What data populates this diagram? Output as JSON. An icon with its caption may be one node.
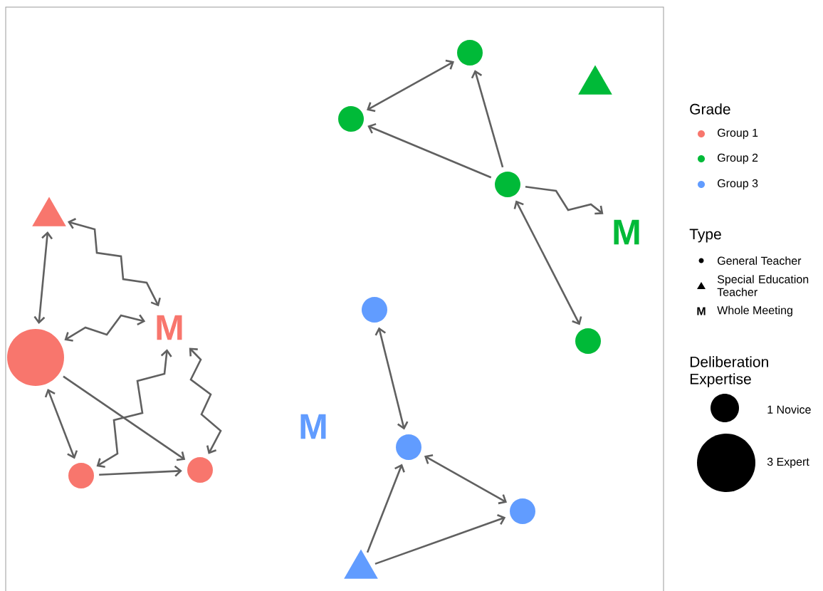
{
  "diagram": {
    "nodes": [
      {
        "text": [],
        "shape": "triangle"
      },
      {
        "text": [
          "M"
        ]
      },
      {
        "text": [],
        "shape": "circle"
      },
      {
        "text": [],
        "shape": "circle"
      },
      {
        "text": [],
        "shape": "circle"
      },
      {
        "text": [],
        "shape": "circle"
      },
      {
        "text": [],
        "shape": "circle"
      },
      {
        "text": [],
        "shape": "triangle"
      },
      {
        "text": [],
        "shape": "circle"
      },
      {
        "text": [
          "M"
        ]
      },
      {
        "text": [],
        "shape": "circle"
      },
      {
        "text": [],
        "shape": "circle"
      },
      {
        "text": [
          "M"
        ]
      },
      {
        "text": [],
        "shape": "circle"
      },
      {
        "text": [],
        "shape": "circle"
      },
      {
        "text": [],
        "shape": "triangle"
      }
    ],
    "edges": [
      {
        "from": 0,
        "to": 2,
        "arrow": "both"
      },
      {
        "from": 0,
        "to": 1,
        "arrow": "both"
      },
      {
        "from": 2,
        "to": 1,
        "arrow": "both"
      },
      {
        "from": 2,
        "to": 3,
        "arrow": "both"
      },
      {
        "from": 2,
        "to": 4,
        "arrow": "to"
      },
      {
        "from": 3,
        "to": 4,
        "arrow": "to"
      },
      {
        "from": 3,
        "to": 1,
        "arrow": "both"
      },
      {
        "from": 4,
        "to": 1,
        "arrow": "both"
      },
      {
        "from": 6,
        "to": 5,
        "arrow": "both"
      },
      {
        "from": 8,
        "to": 5,
        "arrow": "to"
      },
      {
        "from": 8,
        "to": 6,
        "arrow": "to"
      },
      {
        "from": 8,
        "to": 9,
        "arrow": "to"
      },
      {
        "from": 8,
        "to": 10,
        "arrow": "both"
      },
      {
        "from": 11,
        "to": 13,
        "arrow": "both"
      },
      {
        "from": 13,
        "to": 14,
        "arrow": "both"
      },
      {
        "from": 15,
        "to": 13,
        "arrow": "to"
      },
      {
        "from": 15,
        "to": 14,
        "arrow": "to"
      }
    ],
    "labels": [
      "Grade",
      "Type",
      "M",
      "Deliberation Expertise"
    ],
    "legend": [
      {
        "text": "Group 1",
        "color": "#f8766d"
      },
      {
        "text": "Group 2",
        "color": "#00ba38"
      },
      {
        "text": "Group 3",
        "color": "#619cff"
      },
      {
        "text": "General Teacher"
      },
      {
        "text": "Special Education Teacher"
      },
      {
        "text": "Whole Meeting"
      },
      {
        "text": "1 Novice"
      },
      {
        "text": "3 Expert"
      }
    ]
  }
}
